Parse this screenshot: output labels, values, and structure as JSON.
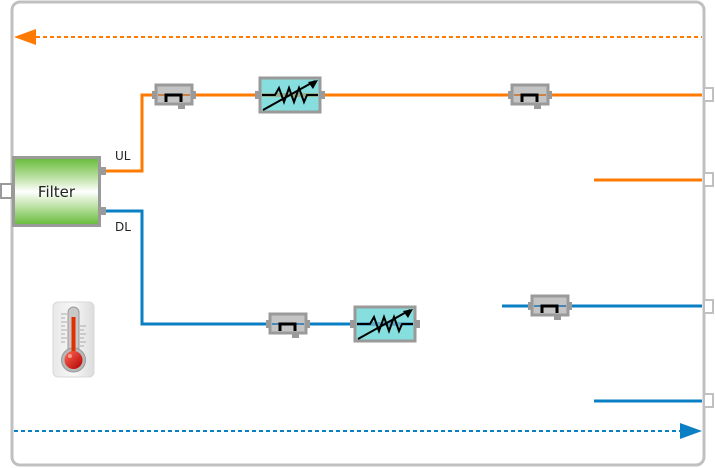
{
  "diagram": {
    "filter": {
      "label": "Filter"
    },
    "paths": [
      {
        "id": "uplink",
        "label": "UL",
        "color": "#ff7a00"
      },
      {
        "id": "downlink",
        "label": "DL",
        "color": "#0a7fc4"
      }
    ],
    "feedback_arrows": [
      {
        "id": "uplink-return",
        "direction": "left",
        "style": "dotted",
        "color": "#ff7a00"
      },
      {
        "id": "downlink-forward",
        "direction": "right",
        "style": "dotted",
        "color": "#0a7fc4"
      }
    ],
    "components": [
      {
        "type": "switch",
        "path": "uplink"
      },
      {
        "type": "variable-attenuator",
        "path": "uplink"
      },
      {
        "type": "switch",
        "path": "uplink"
      },
      {
        "type": "switch",
        "path": "downlink"
      },
      {
        "type": "variable-attenuator",
        "path": "downlink"
      },
      {
        "type": "switch",
        "path": "downlink"
      }
    ],
    "ports": [
      "input-left",
      "out-1",
      "out-2",
      "out-3",
      "out-4"
    ],
    "icons": {
      "temperature": "thermometer-icon"
    },
    "colors": {
      "frame": "#c0c0c0",
      "component_border": "#9a9a9a",
      "component_fill": "#c4c4c4",
      "attenuator_fill": "#86dede",
      "filter_green": "#6bbd3f"
    }
  }
}
